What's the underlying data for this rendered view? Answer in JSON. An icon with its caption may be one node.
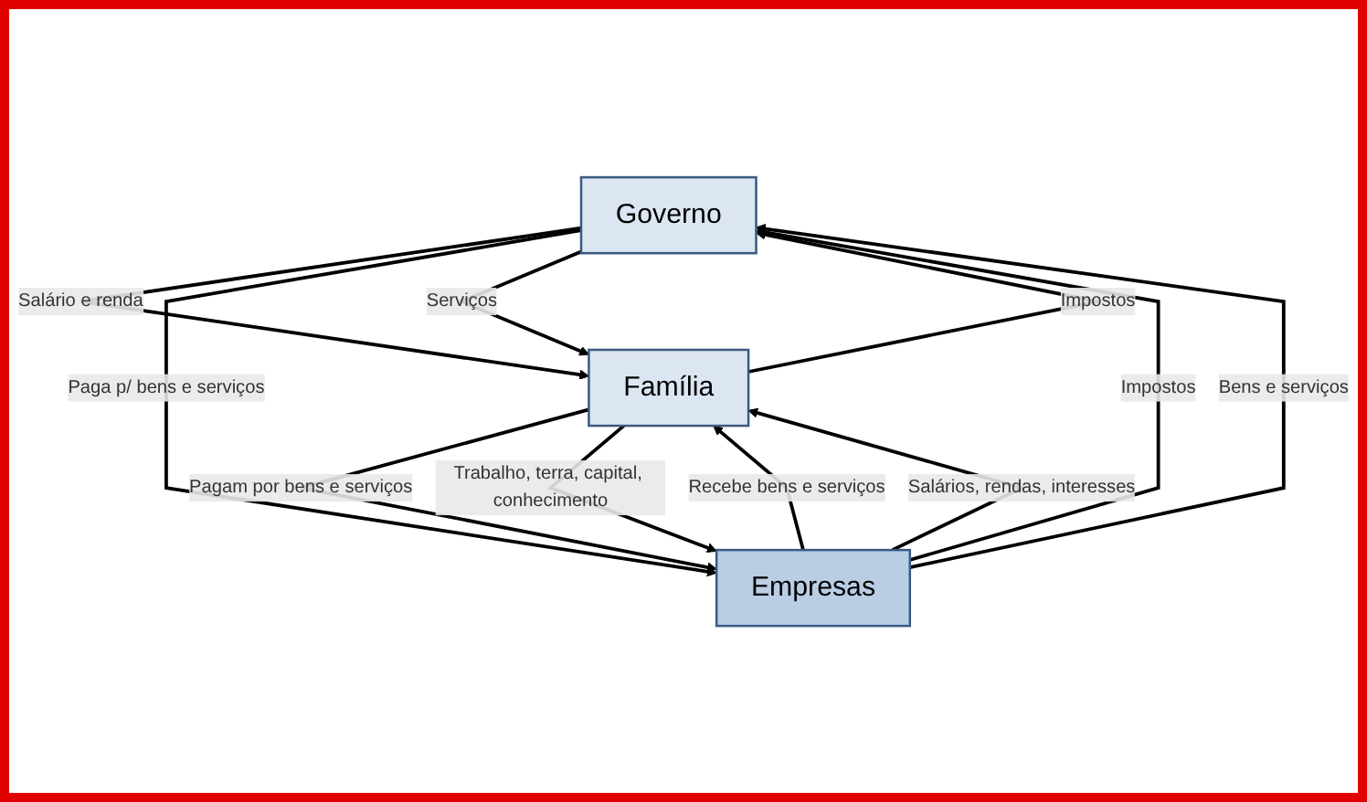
{
  "diagram": {
    "nodes": [
      {
        "text": [
          "Governo"
        ]
      },
      {
        "text": [
          "Família"
        ]
      },
      {
        "text": [
          "Empresas"
        ]
      }
    ],
    "edges": [
      {
        "from": 0,
        "to": 1,
        "arrow": "to",
        "label": "Salário e renda"
      },
      {
        "from": 0,
        "to": 2,
        "arrow": "to",
        "label": "Paga p/ bens e serviços"
      },
      {
        "from": 1,
        "to": 0,
        "arrow": "to",
        "label": "Impostos"
      },
      {
        "from": 0,
        "to": 1,
        "arrow": "to",
        "label": "Serviços"
      },
      {
        "from": 2,
        "to": 0,
        "arrow": "to",
        "label": "Impostos"
      },
      {
        "from": 2,
        "to": 0,
        "arrow": "to",
        "label": "Bens e serviços"
      },
      {
        "from": 2,
        "to": 1,
        "arrow": "to",
        "label": "Recebe bens e serviços"
      },
      {
        "from": 1,
        "to": 2,
        "arrow": "to",
        "label": "Pagam por bens e serviços"
      },
      {
        "from": 2,
        "to": 1,
        "arrow": "to",
        "label": "Salários, rendas, interesses"
      },
      {
        "from": 1,
        "to": 2,
        "arrow": "to",
        "label": "Trabalho, terra, capital, conhecimento"
      }
    ]
  }
}
